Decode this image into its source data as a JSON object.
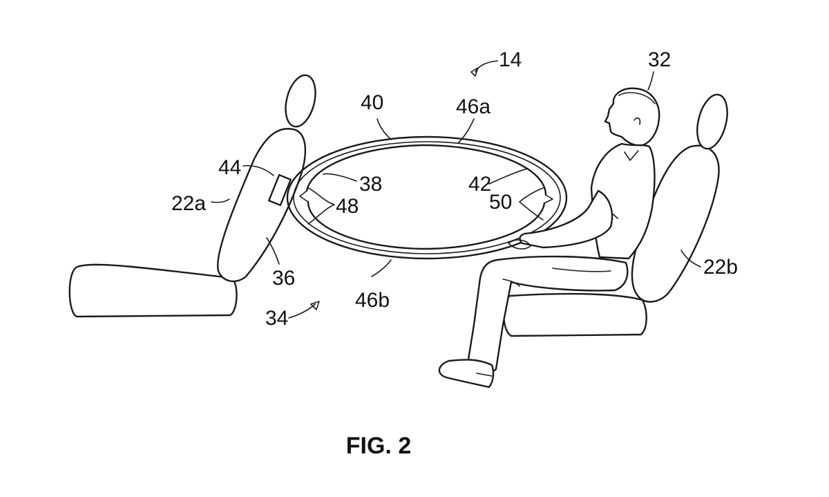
{
  "figure": {
    "caption": "FIG. 2",
    "labels": {
      "l14": "14",
      "l32": "32",
      "l40": "40",
      "l46a": "46a",
      "l44": "44",
      "l38": "38",
      "l42": "42",
      "l22a": "22a",
      "l48": "48",
      "l50": "50",
      "l36": "36",
      "l22b": "22b",
      "l46b": "46b",
      "l34": "34"
    }
  }
}
